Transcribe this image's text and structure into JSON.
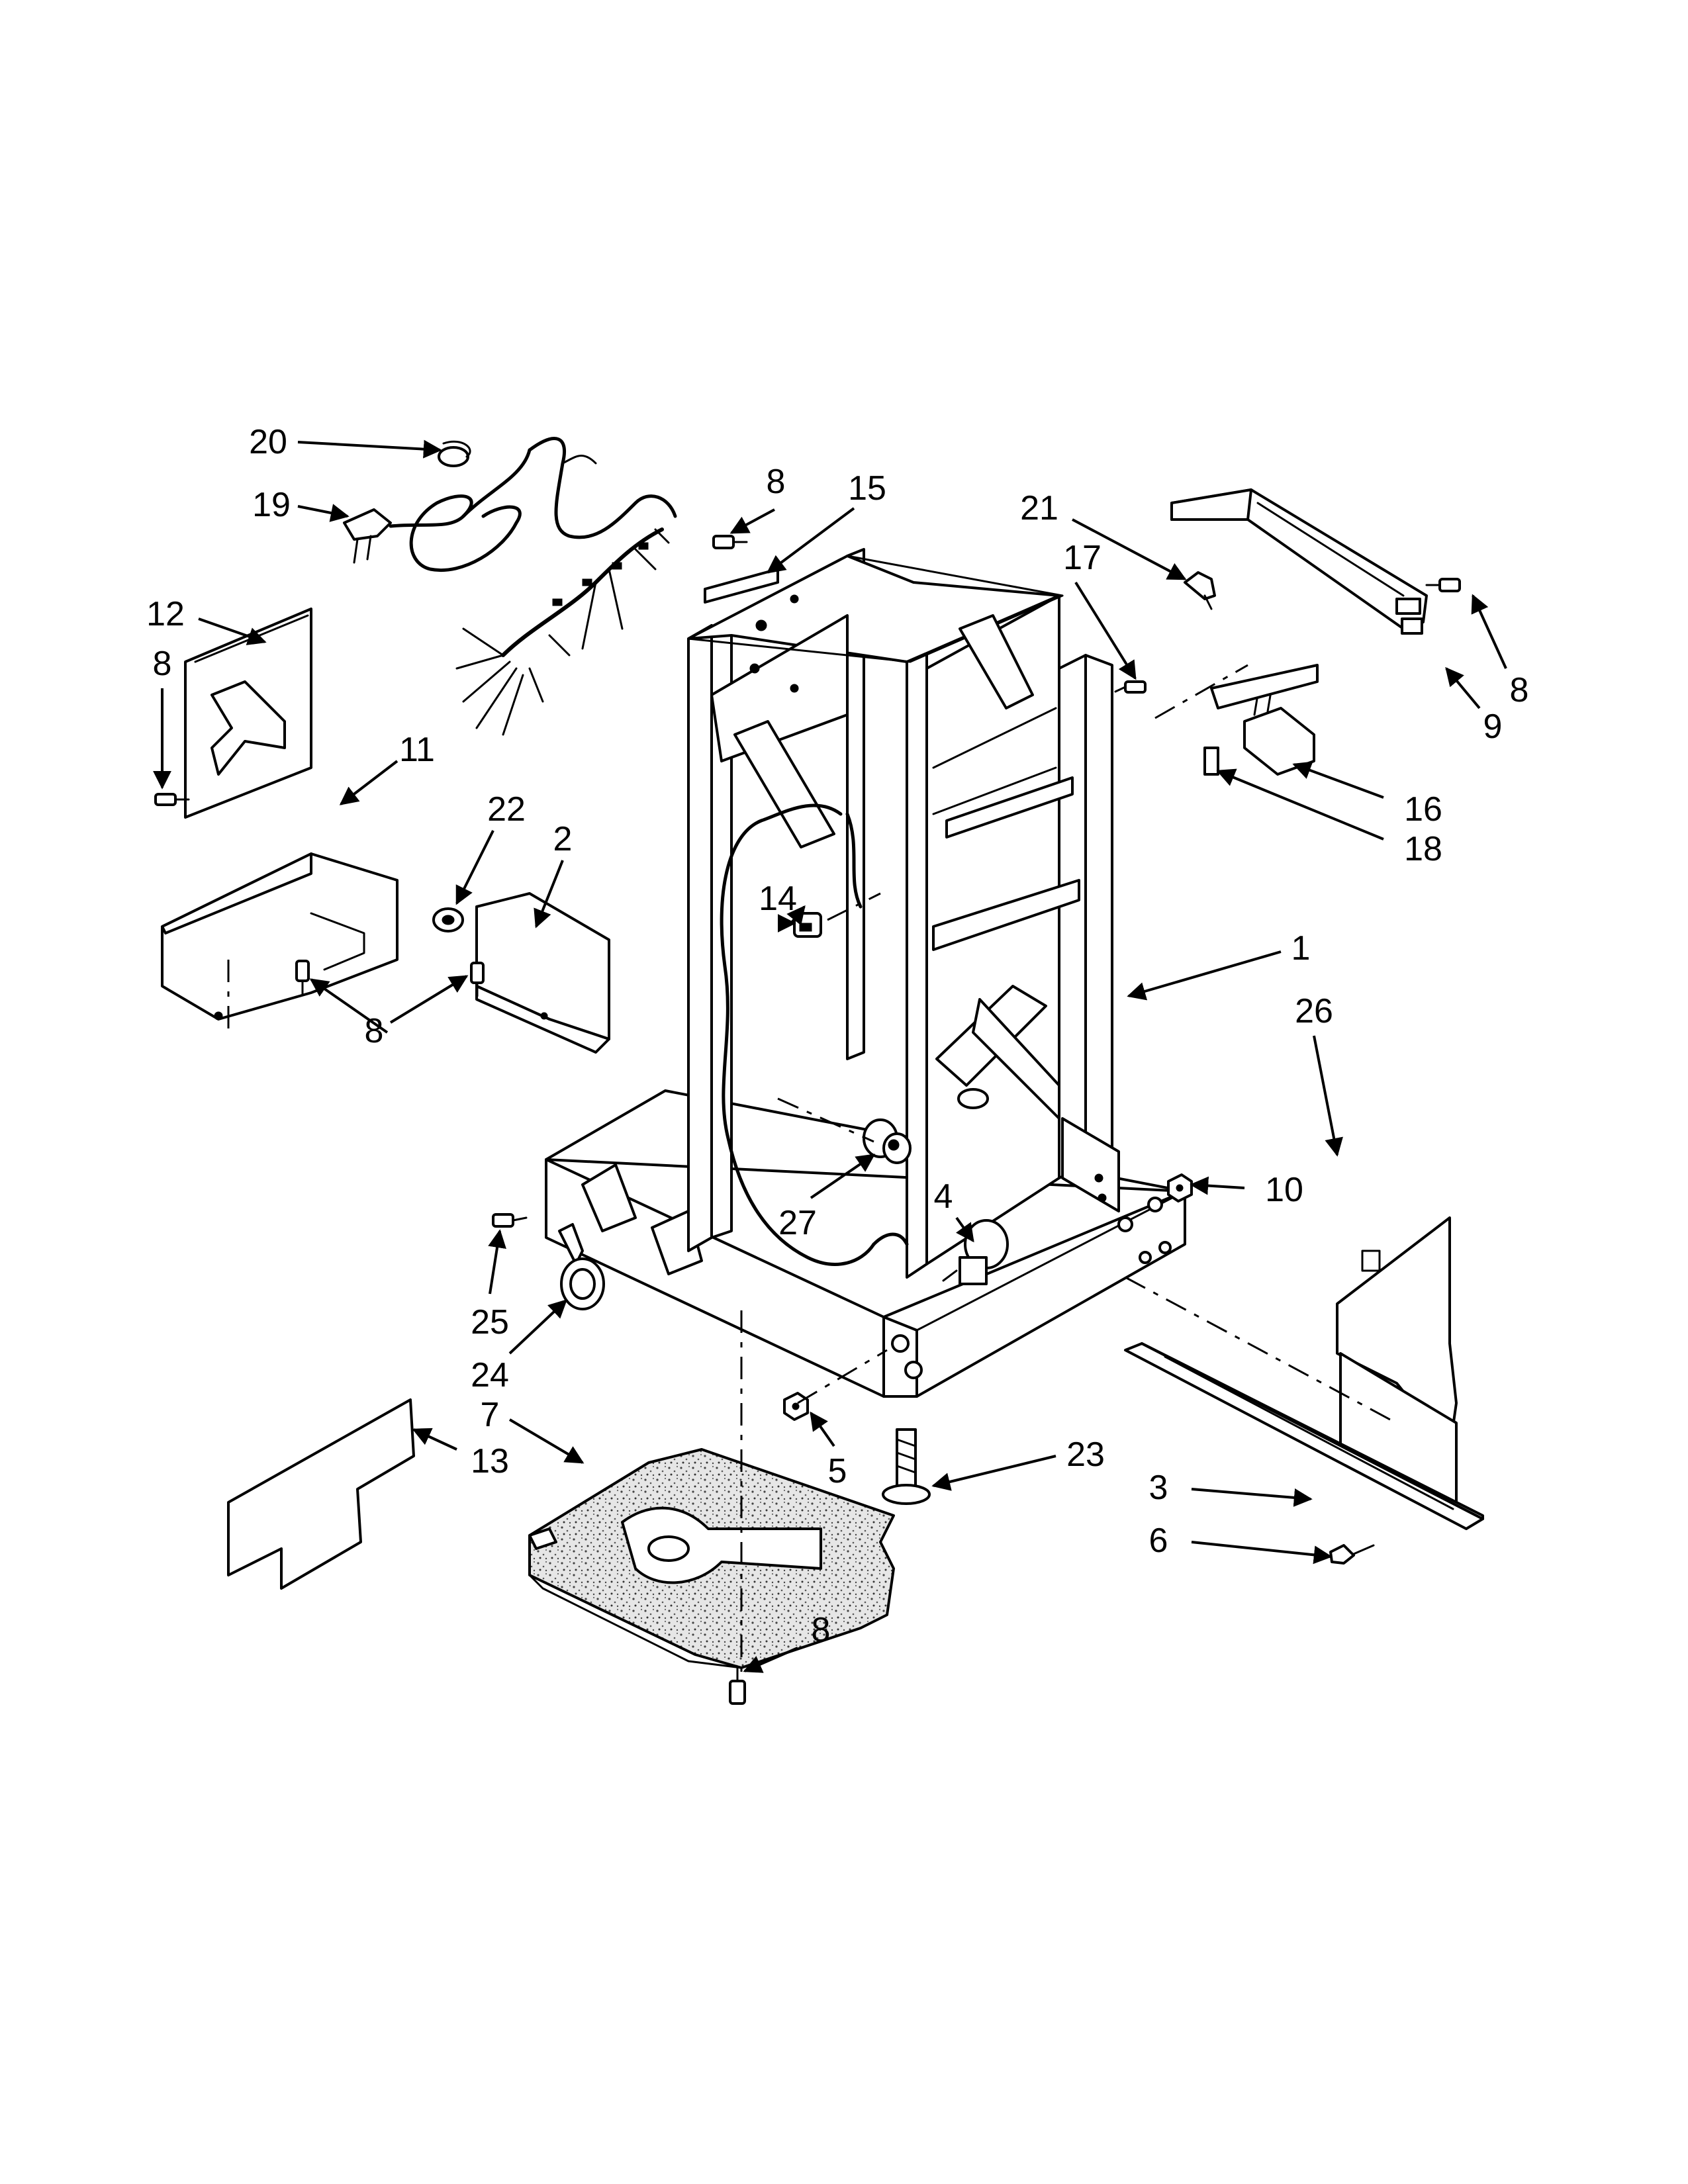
{
  "diagram": {
    "type": "exploded-parts-diagram",
    "callouts": {
      "c20": "20",
      "c19": "19",
      "c8a": "8",
      "c15": "15",
      "c21": "21",
      "c17": "17",
      "c12": "12",
      "c8b": "8",
      "c11": "11",
      "c22": "22",
      "c2": "2",
      "c8c": "8",
      "c14": "14",
      "c1": "1",
      "c26": "26",
      "c9": "9",
      "c8d": "8",
      "c16": "16",
      "c18": "18",
      "c27": "27",
      "c4": "4",
      "c10": "10",
      "c25": "25",
      "c24": "24",
      "c7": "7",
      "c13": "13",
      "c5": "5",
      "c23": "23",
      "c3": "3",
      "c6": "6",
      "c8e": "8"
    }
  }
}
